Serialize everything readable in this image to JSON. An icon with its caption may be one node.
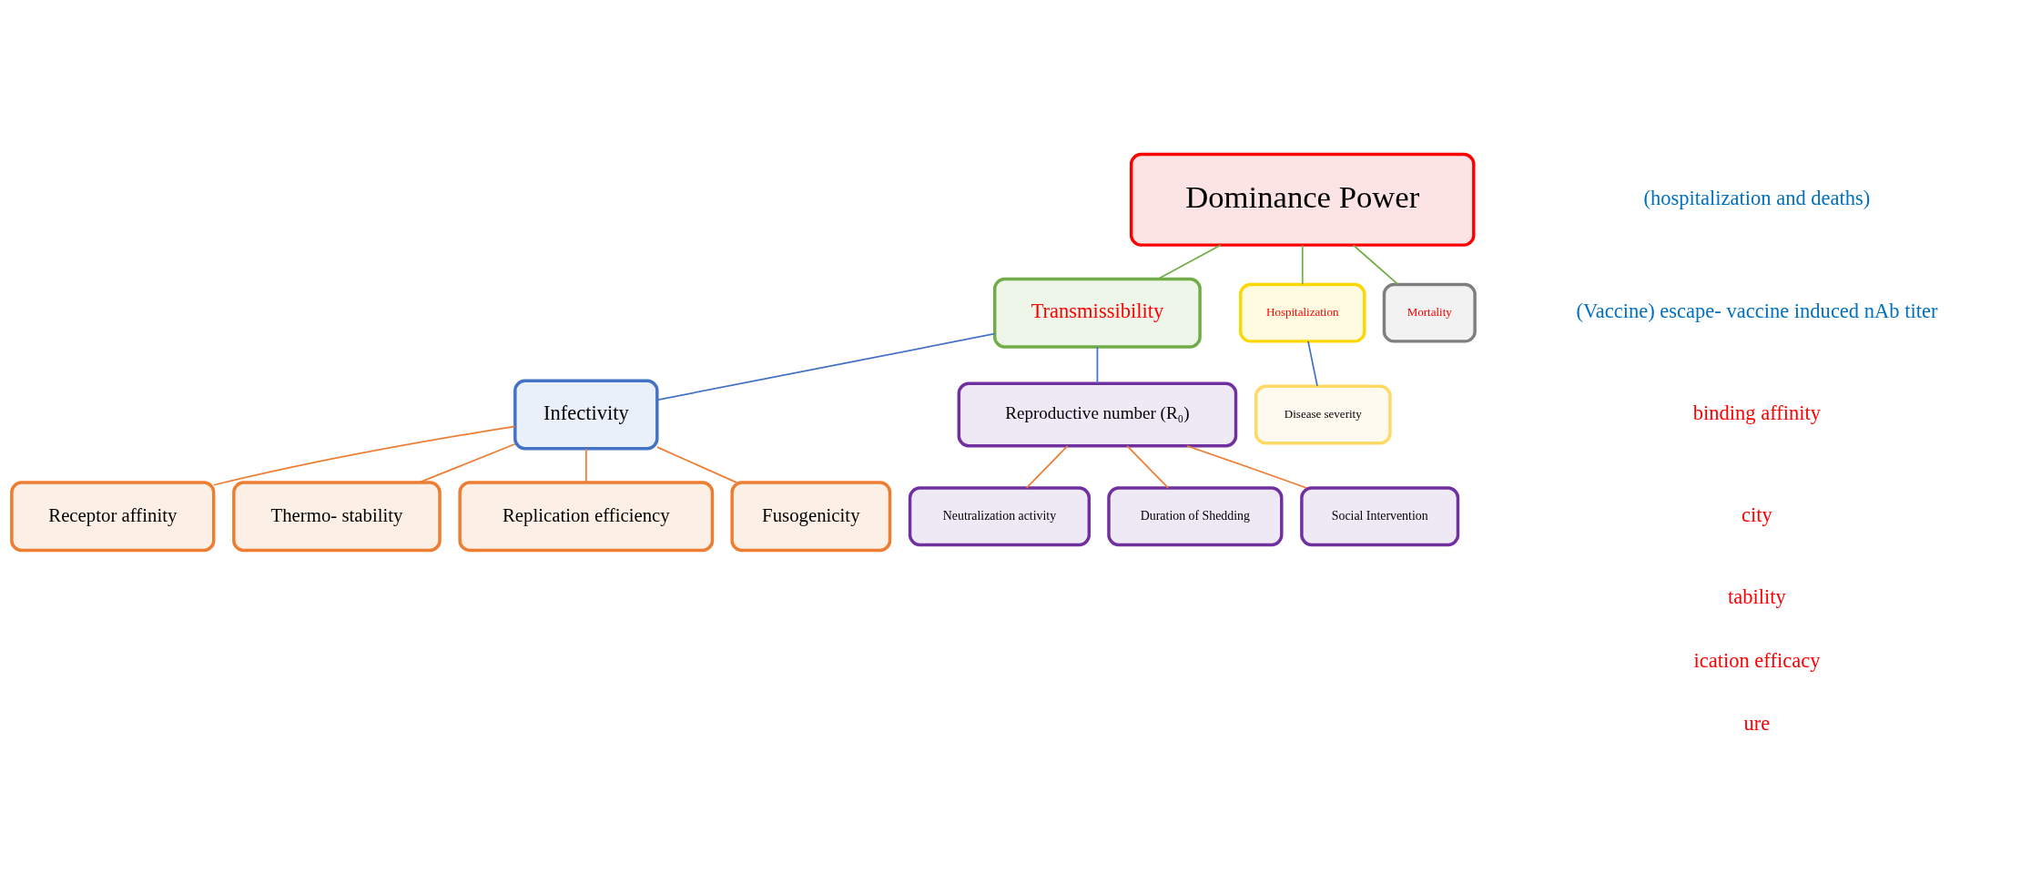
{
  "diagram": {
    "nodes": [
      {
        "text": [
          "Dominance Power"
        ]
      },
      {
        "text": [
          "Transmissibility"
        ]
      },
      {
        "text": [
          "Hospitalization"
        ]
      },
      {
        "text": [
          "Mortality"
        ]
      },
      {
        "text": [
          "Disease severity"
        ]
      },
      {
        "text": [
          "Infectivity"
        ]
      },
      {
        "text": [
          "Reproductive number (R₀)"
        ]
      },
      {
        "text": [
          "Receptor affinity"
        ]
      },
      {
        "text": [
          "Thermo- stability"
        ]
      },
      {
        "text": [
          "Replication efficiency"
        ]
      },
      {
        "text": [
          "Fusogenicity"
        ]
      },
      {
        "text": [
          "Neutralization activity"
        ]
      },
      {
        "text": [
          "Duration of Shedding"
        ]
      },
      {
        "text": [
          "Social Intervention"
        ]
      }
    ],
    "edges": [
      {
        "from": 0,
        "to": 1,
        "arrow": "none",
        "color": "#70ad47"
      },
      {
        "from": 0,
        "to": 2,
        "arrow": "none",
        "color": "#70ad47"
      },
      {
        "from": 0,
        "to": 3,
        "arrow": "none",
        "color": "#70ad47"
      },
      {
        "from": 2,
        "to": 4,
        "arrow": "none",
        "color": "#4472c4"
      },
      {
        "from": 1,
        "to": 5,
        "arrow": "none",
        "color": "#4472c4"
      },
      {
        "from": 1,
        "to": 6,
        "arrow": "none",
        "color": "#4472c4"
      },
      {
        "from": 5,
        "to": 7,
        "arrow": "none"
      },
      {
        "from": 5,
        "to": 8,
        "arrow": "none"
      },
      {
        "from": 5,
        "to": 9,
        "arrow": "none"
      },
      {
        "from": 5,
        "to": 10,
        "arrow": "none"
      },
      {
        "from": 6,
        "to": 11,
        "arrow": "none"
      },
      {
        "from": 6,
        "to": 12,
        "arrow": "none"
      },
      {
        "from": 6,
        "to": 13,
        "arrow": "none"
      }
    ],
    "labels": [
      "(hospitalization and deaths)",
      "(Vaccine) escape- vaccine induced nAb titer",
      "binding affinity",
      "city",
      "tability",
      "ication efficacy",
      "ure"
    ]
  }
}
